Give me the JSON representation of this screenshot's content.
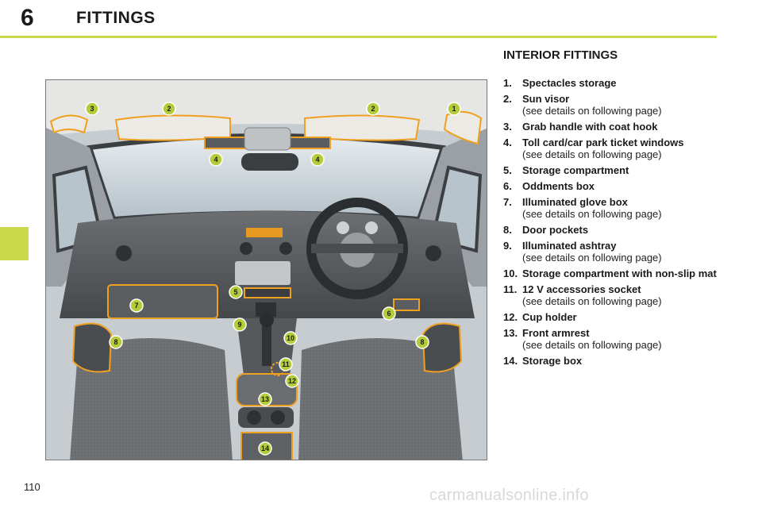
{
  "header": {
    "chapter_number": "6",
    "chapter_title": "FITTINGS"
  },
  "page_number": "110",
  "watermark": "carmanualsonline.info",
  "section_heading": "INTERIOR FITTINGS",
  "items": [
    {
      "num": "1.",
      "label": "Spectacles storage",
      "note": ""
    },
    {
      "num": "2.",
      "label": "Sun visor",
      "note": "(see details on following page)"
    },
    {
      "num": "3.",
      "label": "Grab handle with coat hook",
      "note": ""
    },
    {
      "num": "4.",
      "label": "Toll card/car park ticket windows",
      "note": "(see details on following page)"
    },
    {
      "num": "5.",
      "label": "Storage compartment",
      "note": ""
    },
    {
      "num": "6.",
      "label": "Oddments box",
      "note": ""
    },
    {
      "num": "7.",
      "label": "Illuminated glove box",
      "note": "(see details on following page)"
    },
    {
      "num": "8.",
      "label": "Door pockets",
      "note": ""
    },
    {
      "num": "9.",
      "label": "Illuminated ashtray",
      "note": "(see details on following page)"
    },
    {
      "num": "10.",
      "label": "Storage compartment with non-slip mat",
      "note": ""
    },
    {
      "num": "11.",
      "label": "12 V accessories socket",
      "note": "(see details on following page)"
    },
    {
      "num": "12.",
      "label": "Cup holder",
      "note": ""
    },
    {
      "num": "13.",
      "label": "Front armrest",
      "note": "(see details on following page)"
    },
    {
      "num": "14.",
      "label": "Storage box",
      "note": ""
    }
  ],
  "callouts": [
    "3",
    "2",
    "2",
    "1",
    "4",
    "4",
    "5",
    "7",
    "6",
    "9",
    "10",
    "8",
    "8",
    "11",
    "12",
    "13",
    "14"
  ],
  "colors": {
    "accent_green": "#c9d94a",
    "highlight_orange": "#f0a020",
    "callout_green": "#b5cc3a"
  }
}
